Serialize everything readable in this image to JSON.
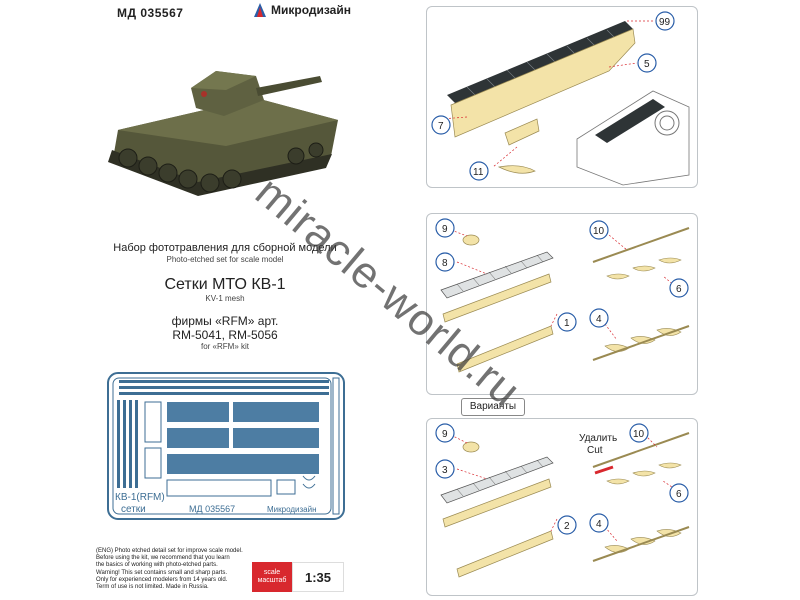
{
  "header": {
    "product_code": "МД 035567",
    "brand": "Микродизайн"
  },
  "title": {
    "line_ru": "Набор фототравления для сборной модели",
    "line_en": "Photo-etched set for scale model",
    "name_ru": "Сетки МТО КВ-1",
    "name_en": "KV-1 mesh",
    "kit_ru": "фирмы «RFM» арт.",
    "kit_articles": "RM-5041, RM-5056",
    "kit_en": "for «RFM» kit"
  },
  "sheet": {
    "label_model": "КВ-1(RFM)",
    "label_name": "сетки",
    "code": "МД 035567",
    "brand": "Микродизайн"
  },
  "warning": {
    "lines": [
      "(ENG) Photo etched detail set for improve scale model.",
      "Before using the kit, we recommend that you learn",
      "the basics of working with photo-etched parts.",
      "Warning! This set contains small and sharp parts.",
      "Only for experienced modelers from 14 years old.",
      "Term of use is not limited. Made in Russia."
    ]
  },
  "scale": {
    "label_en": "scale",
    "label_ru": "масштаб",
    "value": "1:35"
  },
  "watermark": "miracle-world.ru",
  "variants_label": "Варианты",
  "panel1": {
    "callouts": [
      "99",
      "5",
      "7",
      "11"
    ]
  },
  "panel2": {
    "callouts": [
      "9",
      "8",
      "1",
      "10",
      "6",
      "4"
    ]
  },
  "panel3": {
    "callouts": [
      "9",
      "3",
      "2",
      "10",
      "6",
      "4"
    ],
    "cut_ru": "Удалить",
    "cut_en": "Cut"
  },
  "colors": {
    "brass": "#f3e3a8",
    "mesh": "#2e3436",
    "callout_circle": "#2a5ea8",
    "scale_red": "#d8282e",
    "sheet_blue": "#3d6e94"
  }
}
